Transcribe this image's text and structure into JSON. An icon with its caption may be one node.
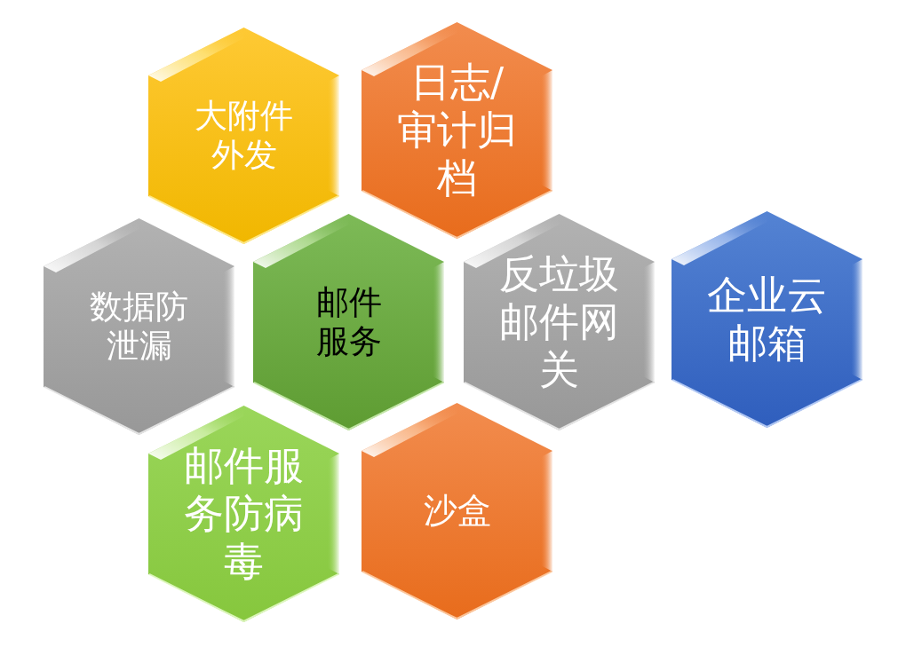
{
  "diagram": {
    "nodes": [
      {
        "text": [
          "大附件外发"
        ]
      },
      {
        "text": [
          "日志/审计归档"
        ]
      },
      {
        "text": [
          "数据防泄漏"
        ]
      },
      {
        "text": [
          "邮件服务"
        ]
      },
      {
        "text": [
          "反垃圾邮件网关"
        ]
      },
      {
        "text": [
          "企业云邮箱"
        ]
      },
      {
        "text": [
          "邮件服务防病毒"
        ]
      },
      {
        "text": [
          "沙盒"
        ]
      }
    ]
  }
}
